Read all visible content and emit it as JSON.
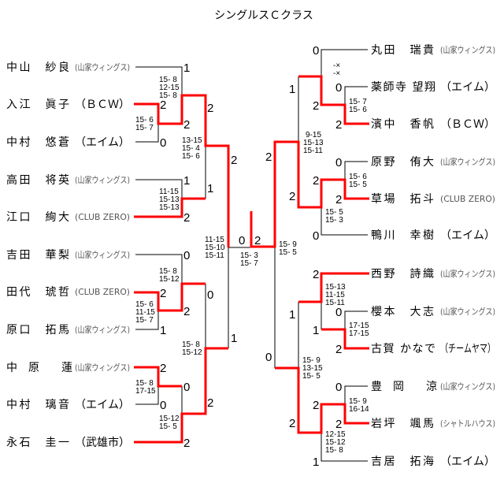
{
  "title": "シングルスＣクラス",
  "colors": {
    "winner_line": "#ff0000",
    "line": "#000000"
  },
  "left_players": [
    {
      "name": "中山　紗良",
      "team": "(山家ウィングス)"
    },
    {
      "name": "入江　眞子",
      "team": "（ＢＣＷ）"
    },
    {
      "name": "中村　悠蒼",
      "team": "（エイム）"
    },
    {
      "name": "高田　将英",
      "team": "(山家ウィングス)"
    },
    {
      "name": "江口　絢大",
      "team": "(CLUB ZERO)"
    },
    {
      "name": "吉田　華梨",
      "team": "(山家ウィングス)"
    },
    {
      "name": "田代　琥哲",
      "team": "(CLUB ZERO)"
    },
    {
      "name": "原口　拓馬",
      "team": "(山家ウィングス)"
    },
    {
      "name": "中　原　　蓮",
      "team": "(山家ウィングス)"
    },
    {
      "name": "中村　璃音",
      "team": "（エイム）"
    },
    {
      "name": "永石　圭一",
      "team": "（武雄市）"
    }
  ],
  "right_players": [
    {
      "name": "丸田　瑞貴",
      "team": "(山家ウィングス)"
    },
    {
      "name": "薬師寺 望翔",
      "team": "（エイム）"
    },
    {
      "name": "濱中　香帆",
      "team": "（ＢＣＷ）"
    },
    {
      "name": "原野　侑大",
      "team": "(山家ウィングス)"
    },
    {
      "name": "草場　拓斗",
      "team": "(CLUB ZERO)"
    },
    {
      "name": "鴨川　幸樹",
      "team": "（エイム）"
    },
    {
      "name": "西野　詩織",
      "team": "(山家ウィングス)"
    },
    {
      "name": "櫻本　大志",
      "team": "(山家ウィングス)"
    },
    {
      "name": "古賀 かなで",
      "team": "（チームヤマ）"
    },
    {
      "name": "豊　岡　　涼",
      "team": "(山家ウィングス)"
    },
    {
      "name": "岩坪　颯馬",
      "team": "(シャトルハウス)"
    },
    {
      "name": "吉居　拓海",
      "team": "（エイム）"
    }
  ],
  "scores": {
    "l_nakayama": "1",
    "l_irie_r1": "2",
    "l_nakamura_r1": "0",
    "l_irie_r2": "2",
    "l_takata": "1",
    "l_eguchi": "2",
    "l_qf1_top": "2",
    "l_qf1_bot": "1",
    "l_sf_top": "2",
    "l_yoshida": "0",
    "l_tashiro_r1": "2",
    "l_haraguchi": "1",
    "l_tashiro_r2": "2",
    "l_qf2_top": "0",
    "l_nakahara": "2",
    "l_nakamura2": "0",
    "l_nakahara_r2": "0",
    "l_nagaishi": "2",
    "l_qf2_bot": "2",
    "l_sf_bot": "1",
    "final_left": "0",
    "final_right": "2",
    "r_maruta": "0",
    "r_yakushiji": "0",
    "r_hamanaka_r1": "2",
    "r_hamanaka_r2": "2",
    "r_qf1_top": "1",
    "r_harano": "0",
    "r_kusaba_r1": "2",
    "r_kusaba_r2": "2",
    "r_kamogawa": "0",
    "r_qf1_bot": "2",
    "r_sf_top": "2",
    "r_nishino": "2",
    "r_sakuramoto": "0",
    "r_koga_r1": "2",
    "r_koga_r2": "1",
    "r_qf2_top": "1",
    "r_sf_bot": "0",
    "r_toyooka": "0",
    "r_iwatsubo_r1": "2",
    "r_iwatsubo_r2": "2",
    "r_yoshii": "1",
    "r_qf2_bot": "2"
  },
  "game_scores": {
    "l_r2_a": [
      "15- 8",
      "12-15",
      "15- 8"
    ],
    "l_r1_a": [
      "15- 6",
      "15- 7"
    ],
    "l_qf_a": [
      "13-15",
      "15- 4",
      "15- 6"
    ],
    "l_r2_b": [
      "11-15",
      "15-13",
      "15-13"
    ],
    "l_sf": [
      "11-15",
      "15-10",
      "15-11"
    ],
    "l_r2_c": [
      "15- 8",
      "15-12"
    ],
    "l_r1_c": [
      "15- 6",
      "11-15",
      "15- 7"
    ],
    "l_qf_b": [
      "15- 8",
      "15-12"
    ],
    "l_r1_d": [
      "15- 8",
      "17-15"
    ],
    "l_r2_d": [
      "15-12",
      "15- 5"
    ],
    "final": [
      "15- 3",
      "15- 7"
    ],
    "r_sf": [
      "15- 9",
      "15- 5"
    ],
    "r_r2_a": [
      "-×",
      "-×"
    ],
    "r_r1_a": [
      "15- 7",
      "15- 6"
    ],
    "r_qf_a": [
      "9-15",
      "15-13",
      "15-11"
    ],
    "r_r1_b": [
      "15- 6",
      "15- 5"
    ],
    "r_r2_b": [
      "15- 5",
      "15- 3"
    ],
    "r_r2_c": [
      "15-13",
      "11-15",
      "15-11"
    ],
    "r_r1_c": [
      "17-15",
      "17-15"
    ],
    "r_qf_b": [
      "15- 9",
      "13-15",
      "15- 5"
    ],
    "r_r1_d": [
      "15- 9",
      "16-14"
    ],
    "r_r2_d": [
      "12-15",
      "15-12",
      "15- 8"
    ]
  }
}
